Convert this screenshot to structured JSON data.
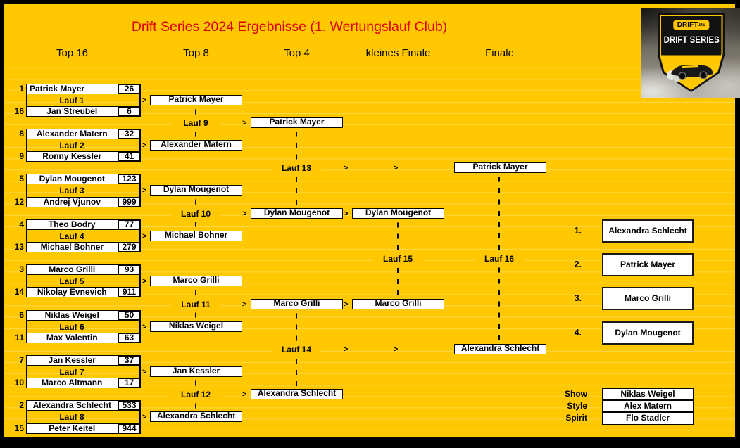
{
  "title": "Drift Series 2024 Ergebnisse (1. Wertungslauf Club)",
  "columns": [
    "Top 16",
    "Top 8",
    "Top 4",
    "kleines Finale",
    "Finale"
  ],
  "glyphs": {
    "arrow": ">"
  },
  "colors": {
    "background": "#FFC800",
    "title_red": "#DE0000",
    "box_white": "#FFFFFF",
    "line_black": "#000000"
  },
  "r16": [
    {
      "label": "Lauf 1",
      "p1": {
        "seed": "1",
        "name": "Patrick Mayer",
        "score": "26"
      },
      "p2": {
        "seed": "16",
        "name": "Jan Streubel",
        "score": "6"
      },
      "winner": "Patrick Mayer"
    },
    {
      "label": "Lauf 2",
      "p1": {
        "seed": "8",
        "name": "Alexander Matern",
        "score": "32"
      },
      "p2": {
        "seed": "9",
        "name": "Ronny Kessler",
        "score": "41"
      },
      "winner": "Alexander Matern"
    },
    {
      "label": "Lauf 3",
      "p1": {
        "seed": "5",
        "name": "Dylan Mougenot",
        "score": "123"
      },
      "p2": {
        "seed": "12",
        "name": "Andrej Vjunov",
        "score": "999"
      },
      "winner": "Dylan Mougenot"
    },
    {
      "label": "Lauf 4",
      "p1": {
        "seed": "4",
        "name": "Theo Bodry",
        "score": "77"
      },
      "p2": {
        "seed": "13",
        "name": "Michael Bohner",
        "score": "279"
      },
      "winner": "Michael Bohner"
    },
    {
      "label": "Lauf 5",
      "p1": {
        "seed": "3",
        "name": "Marco Grilli",
        "score": "93"
      },
      "p2": {
        "seed": "14",
        "name": "Nikolay Evnevich",
        "score": "911"
      },
      "winner": "Marco Grilli"
    },
    {
      "label": "Lauf 6",
      "p1": {
        "seed": "6",
        "name": "Niklas Weigel",
        "score": "50"
      },
      "p2": {
        "seed": "11",
        "name": "Max Valentin",
        "score": "63"
      },
      "winner": "Niklas Weigel"
    },
    {
      "label": "Lauf 7",
      "p1": {
        "seed": "7",
        "name": "Jan Kessler",
        "score": "37"
      },
      "p2": {
        "seed": "10",
        "name": "Marco Altmann",
        "score": "17"
      },
      "winner": "Jan Kessler"
    },
    {
      "label": "Lauf 8",
      "p1": {
        "seed": "2",
        "name": "Alexandra Schlecht",
        "score": "533"
      },
      "p2": {
        "seed": "15",
        "name": "Peter Keitel",
        "score": "944"
      },
      "winner": "Alexandra Schlecht"
    }
  ],
  "r8": [
    {
      "label": "Lauf 9",
      "winner": "Patrick Mayer"
    },
    {
      "label": "Lauf 10",
      "winner": "Dylan Mougenot"
    },
    {
      "label": "Lauf 11",
      "winner": "Marco Grilli"
    },
    {
      "label": "Lauf 12",
      "winner": "Alexandra Schlecht"
    }
  ],
  "sf_labels": [
    "Lauf 13",
    "Lauf 14"
  ],
  "kleines": {
    "label": "Lauf 15",
    "participants": [
      "Dylan Mougenot",
      "Marco Grilli"
    ]
  },
  "finale": {
    "label": "Lauf 16",
    "participants": [
      "Patrick Mayer",
      "Alexandra Schlecht"
    ]
  },
  "results": [
    {
      "rank": "1.",
      "name": "Alexandra Schlecht"
    },
    {
      "rank": "2.",
      "name": "Patrick Mayer"
    },
    {
      "rank": "3.",
      "name": "Marco Grilli"
    },
    {
      "rank": "4.",
      "name": "Dylan Mougenot"
    }
  ],
  "awards": [
    {
      "label": "Show",
      "name": "Niklas Weigel"
    },
    {
      "label": "Style",
      "name": "Alex Matern"
    },
    {
      "label": "Spirit",
      "name": "Flo Stadler"
    }
  ],
  "logo": {
    "site": "DRIFT",
    "site_suffix": ".DE",
    "series": "DRIFT SERIES"
  }
}
